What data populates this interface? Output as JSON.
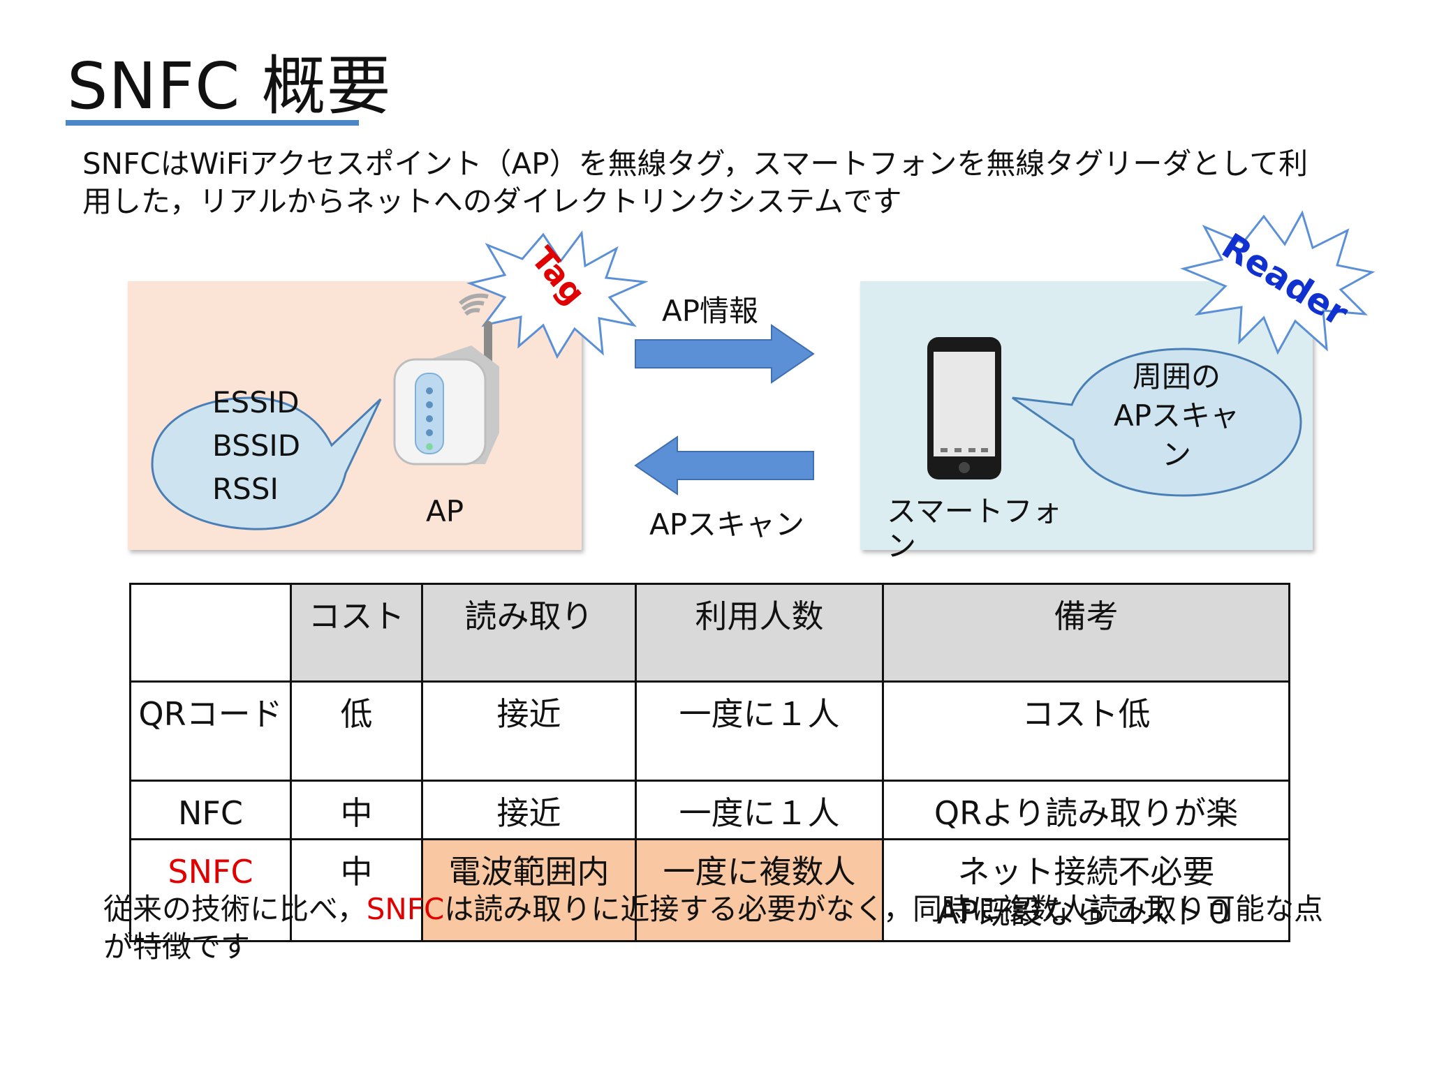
{
  "slide": {
    "title": "SNFC 概要",
    "intro": "SNFCはWiFiアクセスポイント（AP）を無線タグ，スマートフォンを無線タグリーダとして利用した，リアルからネットへのダイレクトリンクシステムです"
  },
  "diagram": {
    "tag_label": "Tag",
    "reader_label": "Reader",
    "ap_bubble": {
      "line1": "ESSID",
      "line2": "BSSID",
      "line3": "RSSI"
    },
    "ap_label": "AP",
    "arrow_right_label": "AP情報",
    "arrow_left_label": "APスキャン",
    "phone_bubble": {
      "line1": "周囲の",
      "line2": "APスキャ",
      "line3": "ン"
    },
    "phone_label_line1": "スマートフォ",
    "phone_label_line2": "ン",
    "colors": {
      "tag": "#e00000",
      "reader": "#1030d0",
      "arrow": "#5b8fd6"
    }
  },
  "table": {
    "headers": [
      "",
      "コスト",
      "読み取り",
      "利用人数",
      "備考"
    ],
    "rows": [
      [
        "QRコード",
        "低",
        "接近",
        "一度に１人",
        "コスト低"
      ],
      [
        "NFC",
        "中",
        "接近",
        "一度に１人",
        "QRより読み取りが楽"
      ],
      [
        "SNFC",
        "中",
        "電波範囲内",
        "一度に複数人",
        "ネット接続不必要\nAP既設ならコスト０"
      ]
    ]
  },
  "footer": {
    "before": "従来の技術に比べ，",
    "highlight": "SNFC",
    "after": "は読み取りに近接する必要がなく，同時に複数人読み取り可能な点が特徴です"
  }
}
